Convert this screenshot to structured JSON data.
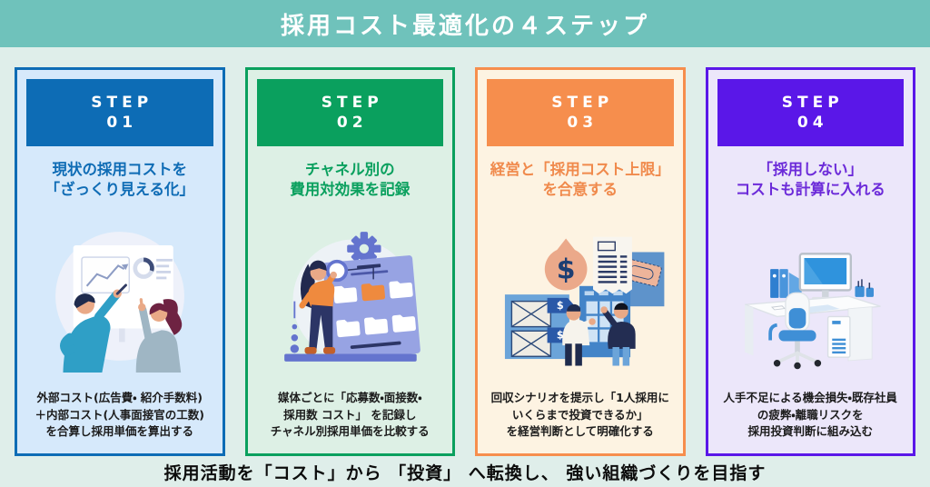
{
  "page": {
    "title": "採用コスト最適化の４ステップ",
    "footer": "採用活動を「コスト」から 「投資」 へ転換し、 強い組織づくりを目指す"
  },
  "colors": {
    "header_bg": "#6fc2bb",
    "page_bg": "#dfeeea",
    "footer_text": "#0c0c0c"
  },
  "steps": [
    {
      "label": "STEP",
      "number": "01",
      "title": "現状の採用コストを\n「ざっくり見える化」",
      "description": "外部コスト(広告費・ 紹介手数料)\n＋内部コスト(人事面接官の工数)\nを合算し採用単価を算出する",
      "illustration_icon": "whiteboard-discussion-illustration",
      "colors": {
        "accent": "#0d6cb5",
        "bg": "#d6e9fb",
        "title": "#0f6cb5"
      }
    },
    {
      "label": "STEP",
      "number": "02",
      "title": "チャネル別の\n費用対効果を記録",
      "description": "媒体ごとに「応募数・面接数・\n採用数 コスト」 を記録し\nチャネル別採用単価を比較する",
      "illustration_icon": "folder-board-audit-illustration",
      "colors": {
        "accent": "#0aa05e",
        "bg": "#ddf0e5",
        "title": "#0aa05e"
      }
    },
    {
      "label": "STEP",
      "number": "03",
      "title": "経営と「採用コスト上限」\nを合意する",
      "description": "回収シナリオを提示し「1人採用に\nいくらまで投資できるか」\nを経営判断として明確化する",
      "illustration_icon": "budget-agreement-illustration",
      "colors": {
        "accent": "#f68e4d",
        "bg": "#fdf3e2",
        "title": "#f08a4c"
      }
    },
    {
      "label": "STEP",
      "number": "04",
      "title": "「採用しない」\nコストも計算に入れる",
      "description": "人手不足による機会損失・既存社員\nの疲弊・離職リスクを\n採用投資判断に組み込む",
      "illustration_icon": "empty-desk-illustration",
      "colors": {
        "accent": "#5a17e8",
        "bg": "#ece7fa",
        "title": "#6c2bd9"
      }
    }
  ]
}
